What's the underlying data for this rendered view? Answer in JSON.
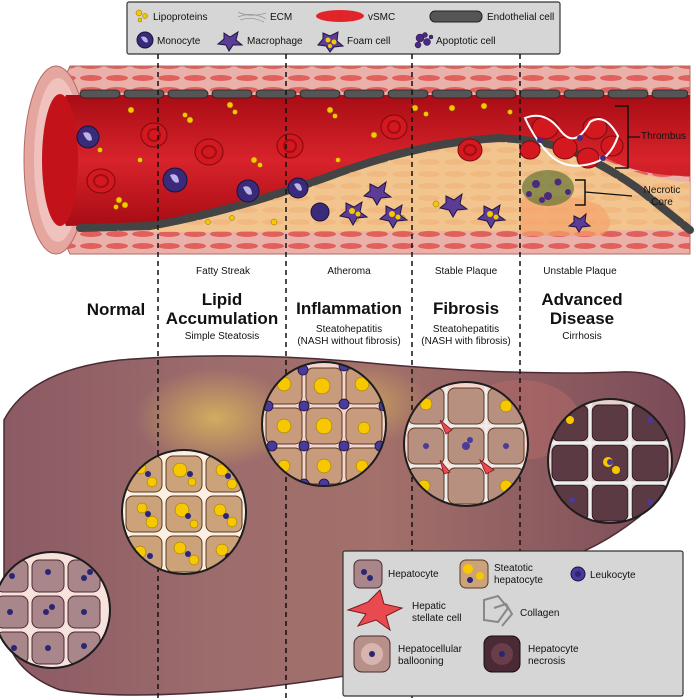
{
  "top_legend": {
    "items": [
      {
        "key": "lipoproteins",
        "label": "Lipoproteins"
      },
      {
        "key": "ecm",
        "label": "ECM"
      },
      {
        "key": "vsmc",
        "label": "vSMC"
      },
      {
        "key": "endothelial",
        "label": "Endothelial cell"
      },
      {
        "key": "monocyte",
        "label": "Monocyte"
      },
      {
        "key": "macrophage",
        "label": "Macrophage"
      },
      {
        "key": "foam",
        "label": "Foam cell"
      },
      {
        "key": "apoptotic",
        "label": "Apoptotic cell"
      }
    ]
  },
  "artery": {
    "annotations": {
      "thrombus": "Thrombus",
      "necrotic_core": "Necrotic\nCore"
    },
    "stage_labels": [
      "Fatty Streak",
      "Atheroma",
      "Stable Plaque",
      "Unstable Plaque"
    ]
  },
  "stages": [
    {
      "title": "Normal",
      "subtitle": ""
    },
    {
      "title": "Lipid\nAccumulation",
      "subtitle": "Simple Steatosis"
    },
    {
      "title": "Inflammation",
      "subtitle": "Steatohepatitis\n(NASH without fibrosis)"
    },
    {
      "title": "Fibrosis",
      "subtitle": "Steatohepatitis\n(NASH with fibrosis)"
    },
    {
      "title": "Advanced\nDisease",
      "subtitle": "Cirrhosis"
    }
  ],
  "bottom_legend": {
    "items": [
      {
        "key": "hepatocyte",
        "label": "Hepatocyte"
      },
      {
        "key": "steatotic",
        "label": "Steatotic\nhepatocyte"
      },
      {
        "key": "leukocyte",
        "label": "Leukocyte"
      },
      {
        "key": "stellate",
        "label": "Hepatic\nstellate cell"
      },
      {
        "key": "collagen",
        "label": "Collagen"
      },
      {
        "key": "ballooning",
        "label": "Hepatocellular\nballooning"
      },
      {
        "key": "necrosis",
        "label": "Hepatocyte\nnecrosis"
      }
    ]
  },
  "colors": {
    "vessel_red": "#c8141e",
    "wall_pink": "#e8a09a",
    "plaque": "#f3c98a",
    "liver": "#8e6068",
    "lipid": "#f7c800",
    "monocyte": "#3a2a7a",
    "stellate": "#e84a50"
  }
}
